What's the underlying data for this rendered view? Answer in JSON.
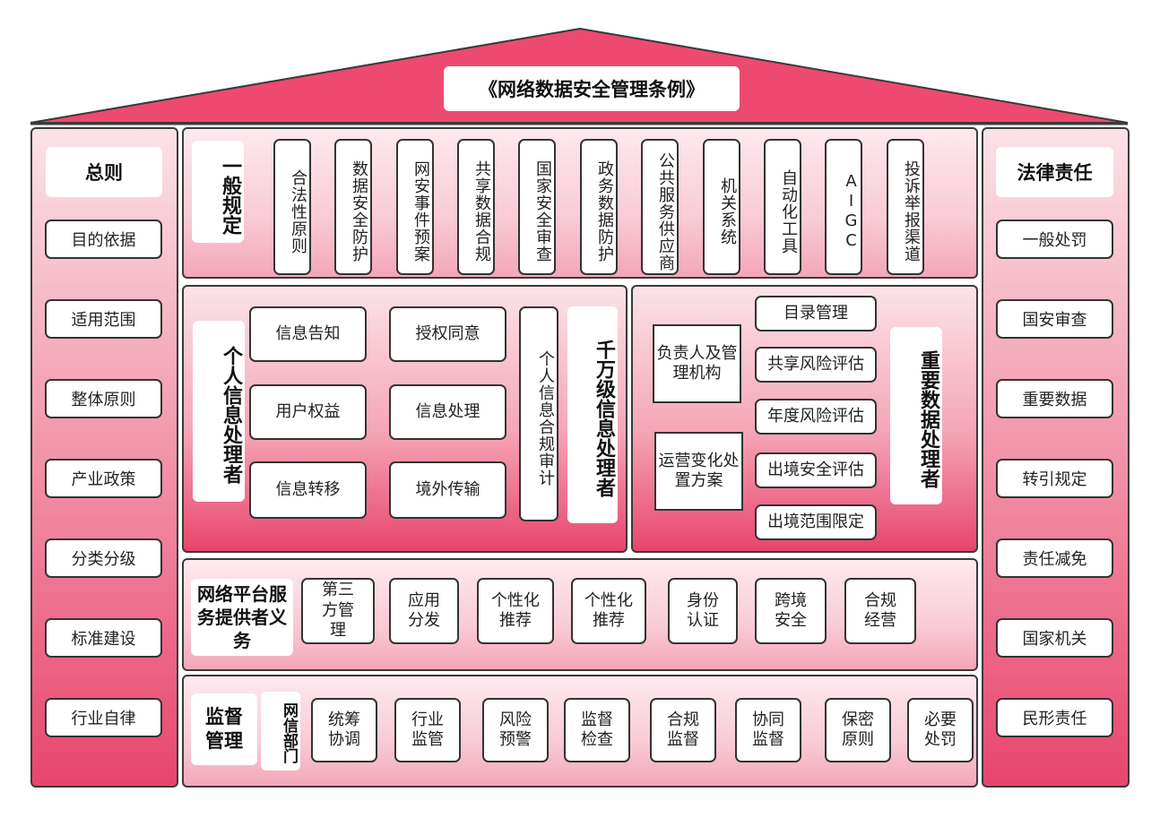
{
  "roof_title": "《网络数据安全管理条例》",
  "colors": {
    "accent": "#e8456c",
    "roof": "#ee4a70",
    "border": "#3a3a3a"
  },
  "left_column": {
    "title": "总则",
    "items": [
      "目的依据",
      "适用范围",
      "整体原则",
      "产业政策",
      "分类分级",
      "标准建设",
      "行业自律"
    ]
  },
  "right_column": {
    "title": "法律责任",
    "items": [
      "一般处罚",
      "国安审查",
      "重要数据",
      "转引规定",
      "责任减免",
      "国家机关",
      "民形责任"
    ]
  },
  "general": {
    "title": "一般规定",
    "items": [
      "合法性原则",
      "数据安全防护",
      "网安事件预案",
      "共享数据合规",
      "国家安全审查",
      "政务数据防护",
      "公共服务供应商",
      "机关系统",
      "自动化工具",
      "AIGC",
      "投诉举报渠道"
    ]
  },
  "personal": {
    "title": "个人信息处理者",
    "items": [
      "信息告知",
      "授权同意",
      "用户权益",
      "信息处理",
      "信息转移",
      "境外传输"
    ],
    "audit": "个人信息合规审计",
    "ten_million": "千万级信息处理者"
  },
  "important": {
    "title": "重要数据处理者",
    "left": [
      "负责人及管理机构",
      "运营变化处置方案"
    ],
    "right": [
      "目录管理",
      "共享风险评估",
      "年度风险评估",
      "出境安全评估",
      "出境范围限定"
    ]
  },
  "platform": {
    "title": "网络平台服务提供者义务",
    "items": [
      "第三方管理",
      "应用分发",
      "个性化推荐",
      "个性化推荐",
      "身份认证",
      "跨境安全",
      "合规经营"
    ]
  },
  "supervision": {
    "title": "监督管理",
    "dept": "网信部门",
    "items": [
      "统筹协调",
      "行业监管",
      "风险预警",
      "监督检查",
      "合规监督",
      "协同监督",
      "保密原则",
      "必要处罚"
    ]
  }
}
